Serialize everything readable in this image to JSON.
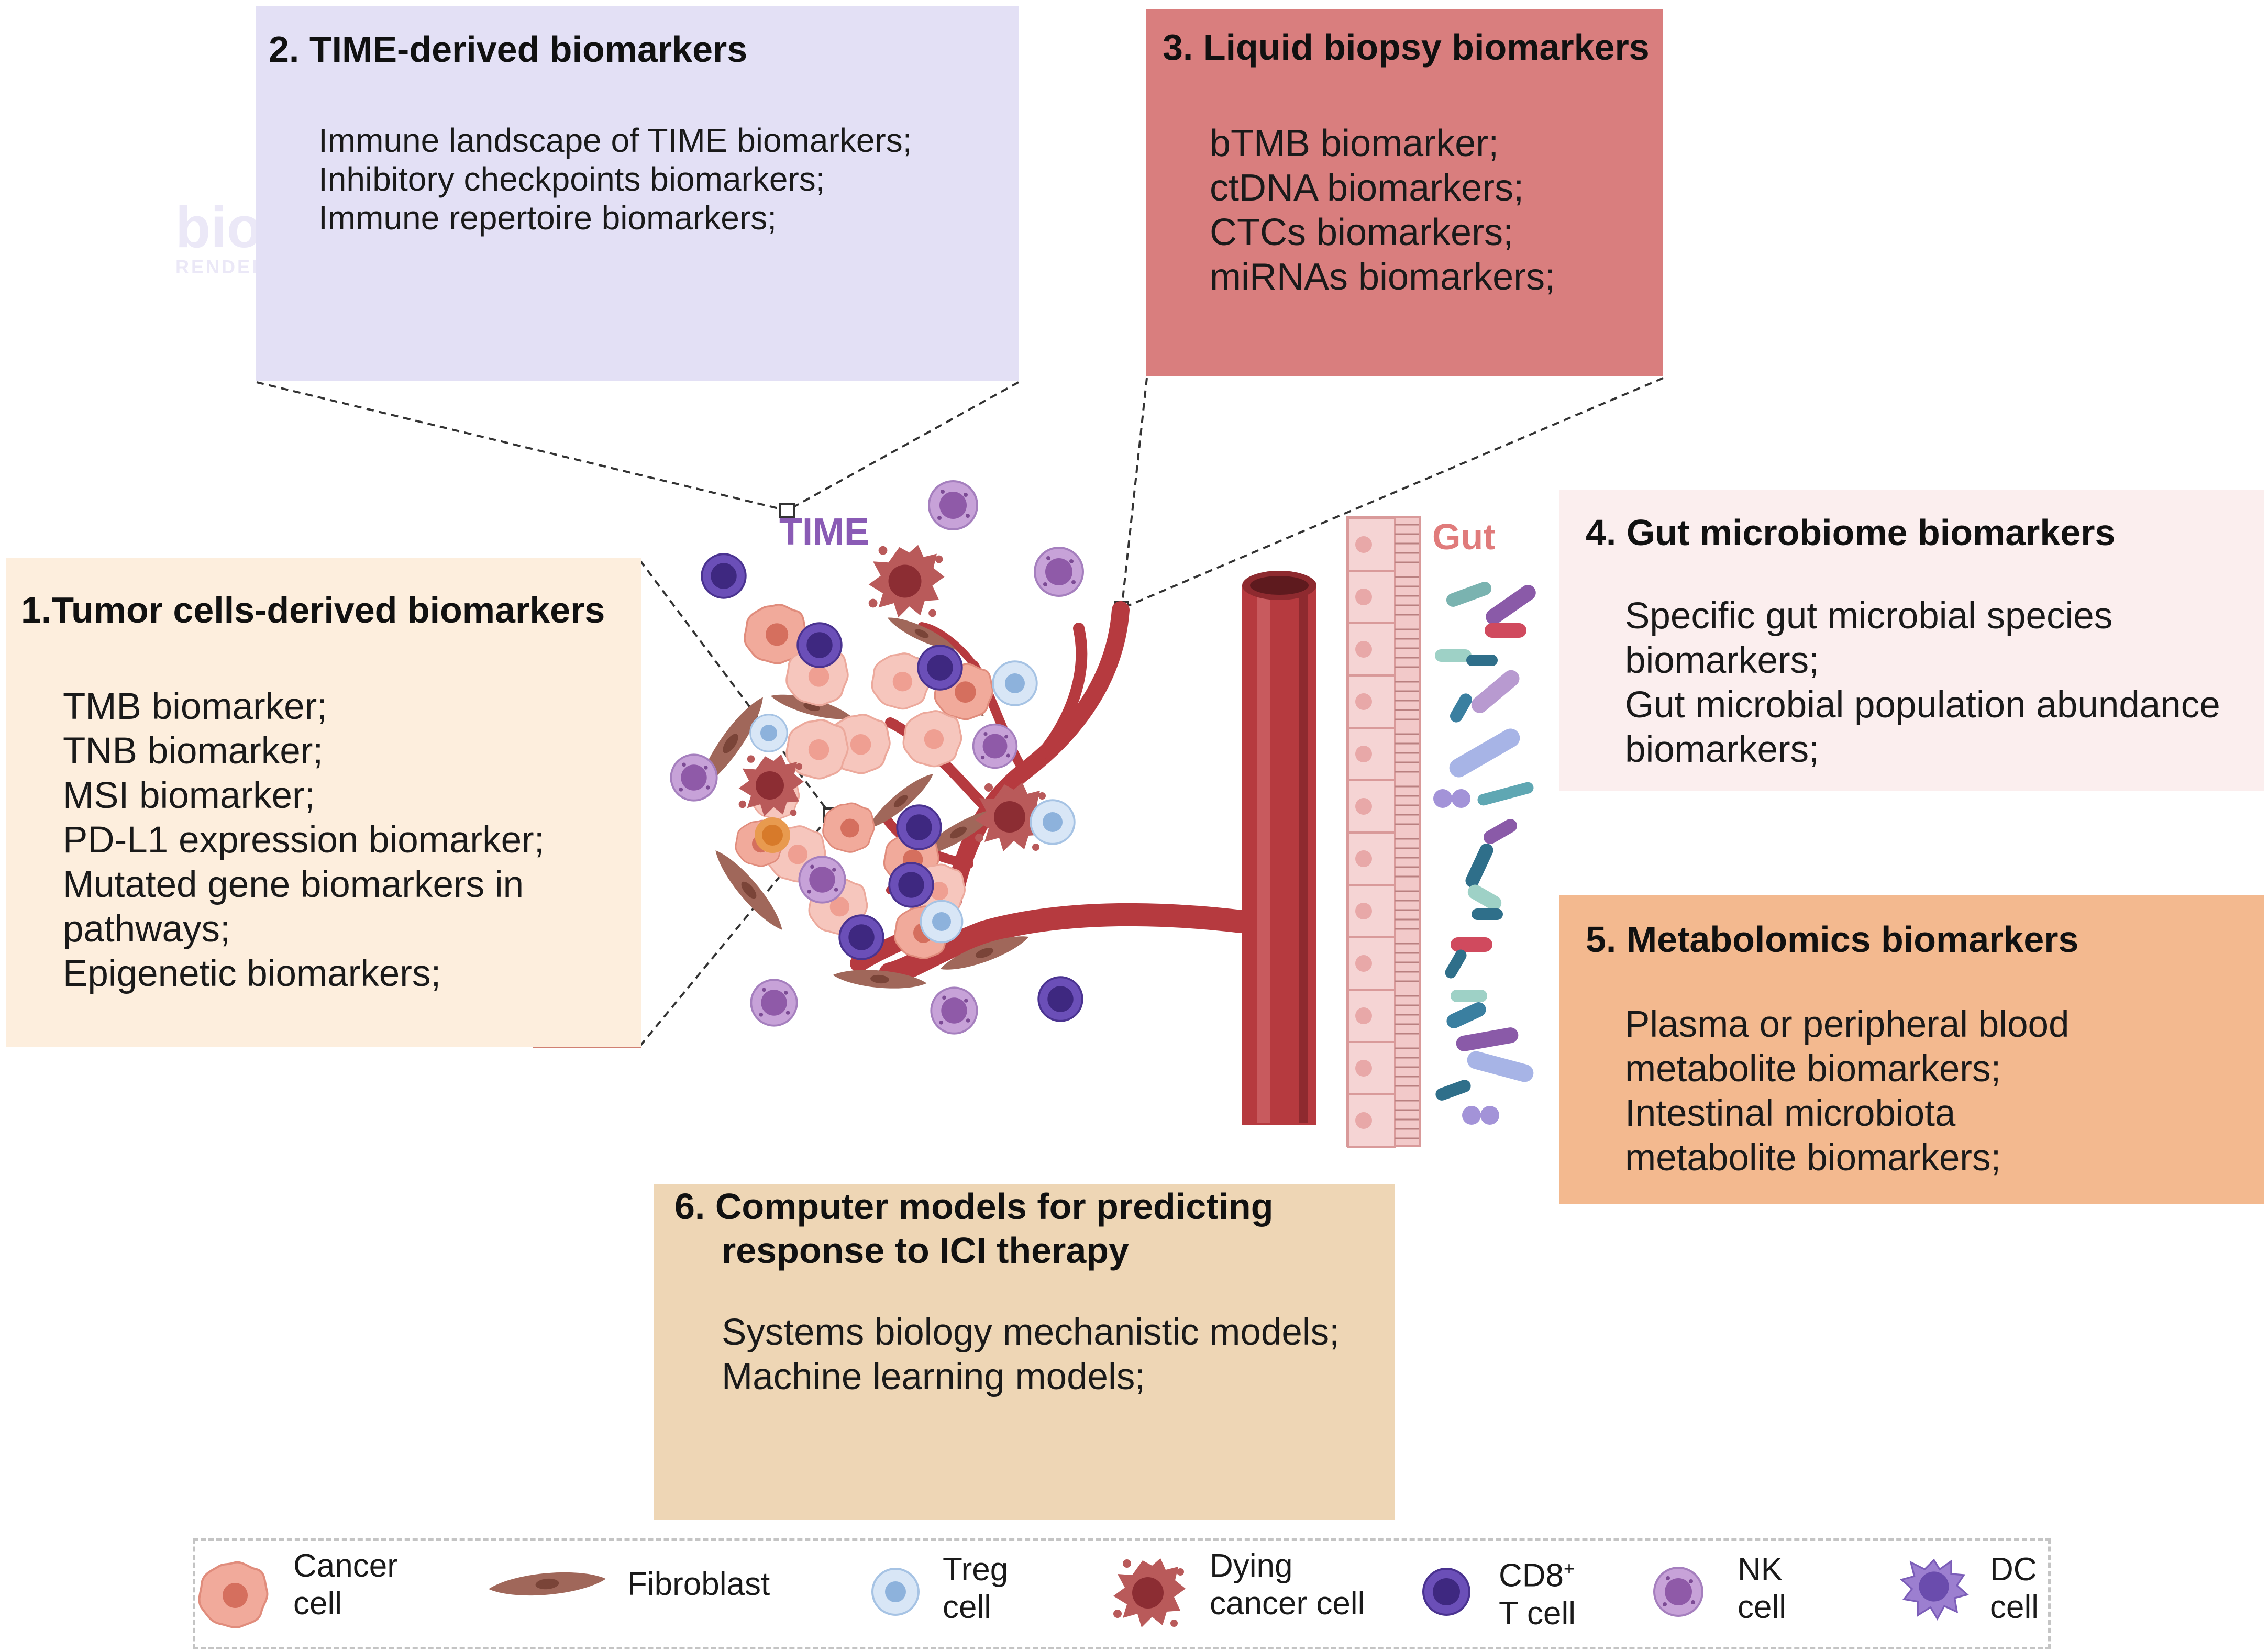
{
  "boxes": {
    "tumor": {
      "title": "1.Tumor cells-derived biomarkers",
      "items": [
        "TMB biomarker;",
        "TNB biomarker;",
        "MSI biomarker;",
        "PD-L1 expression biomarker;",
        "Mutated gene biomarkers in",
        "pathways;",
        "Epigenetic  biomarkers;"
      ]
    },
    "time": {
      "title": "2. TIME-derived biomarkers",
      "items": [
        "Immune landscape of TIME biomarkers;",
        "Inhibitory checkpoints biomarkers;",
        "Immune repertoire biomarkers;"
      ]
    },
    "liquid": {
      "title": "3. Liquid biopsy biomarkers",
      "items": [
        "bTMB biomarker;",
        "ctDNA biomarkers;",
        "CTCs biomarkers;",
        "miRNAs biomarkers;"
      ]
    },
    "gut": {
      "title": "4. Gut microbiome biomarkers",
      "items": [
        "Specific gut microbial species",
        "biomarkers;",
        "Gut microbial population abundance",
        "biomarkers;"
      ]
    },
    "metabolomics": {
      "title": "5. Metabolomics biomarkers",
      "items": [
        "Plasma or peripheral blood",
        "metabolite biomarkers;",
        "Intestinal microbiota",
        "metabolite biomarkers;"
      ]
    },
    "computer": {
      "title_line1": "6. Computer models for predicting",
      "title_line2": "response to ICI therapy",
      "items": [
        "Systems biology mechanistic models;",
        "Machine learning models;"
      ]
    }
  },
  "labels": {
    "time": "TIME",
    "gut": "Gut",
    "watermark_top": "bio",
    "watermark_bottom": "RENDER"
  },
  "legend": [
    {
      "id": "cancer",
      "line1": "Cancer",
      "line2": "cell",
      "icon": "cancer-cell-icon"
    },
    {
      "id": "fibroblast",
      "line1": "Fibroblast",
      "line2": "",
      "icon": "fibroblast-icon"
    },
    {
      "id": "treg",
      "line1": "Treg",
      "line2": "cell",
      "icon": "treg-cell-icon"
    },
    {
      "id": "dying",
      "line1": "Dying",
      "line2": "cancer cell",
      "icon": "dying-cancer-cell-icon"
    },
    {
      "id": "cd8",
      "line1": "CD8",
      "sup": "+",
      "line2": "T cell",
      "icon": "cd8-t-cell-icon"
    },
    {
      "id": "nk",
      "line1": "NK",
      "line2": "cell",
      "icon": "nk-cell-icon"
    },
    {
      "id": "dc",
      "line1": "DC",
      "line2": "cell",
      "icon": "dc-cell-icon"
    }
  ],
  "colors": {
    "tumor_box": "#fdeedd",
    "time_box": "#e3e0f5",
    "liquid_box": "#d97e7e",
    "gut_box": "#fbeeee",
    "metabolomics_box": "#f3b98f",
    "computer_box": "#eed6b5",
    "time_label": "#8a5bb5",
    "gut_label": "#e07b7b",
    "vessel": "#b63a3f"
  }
}
